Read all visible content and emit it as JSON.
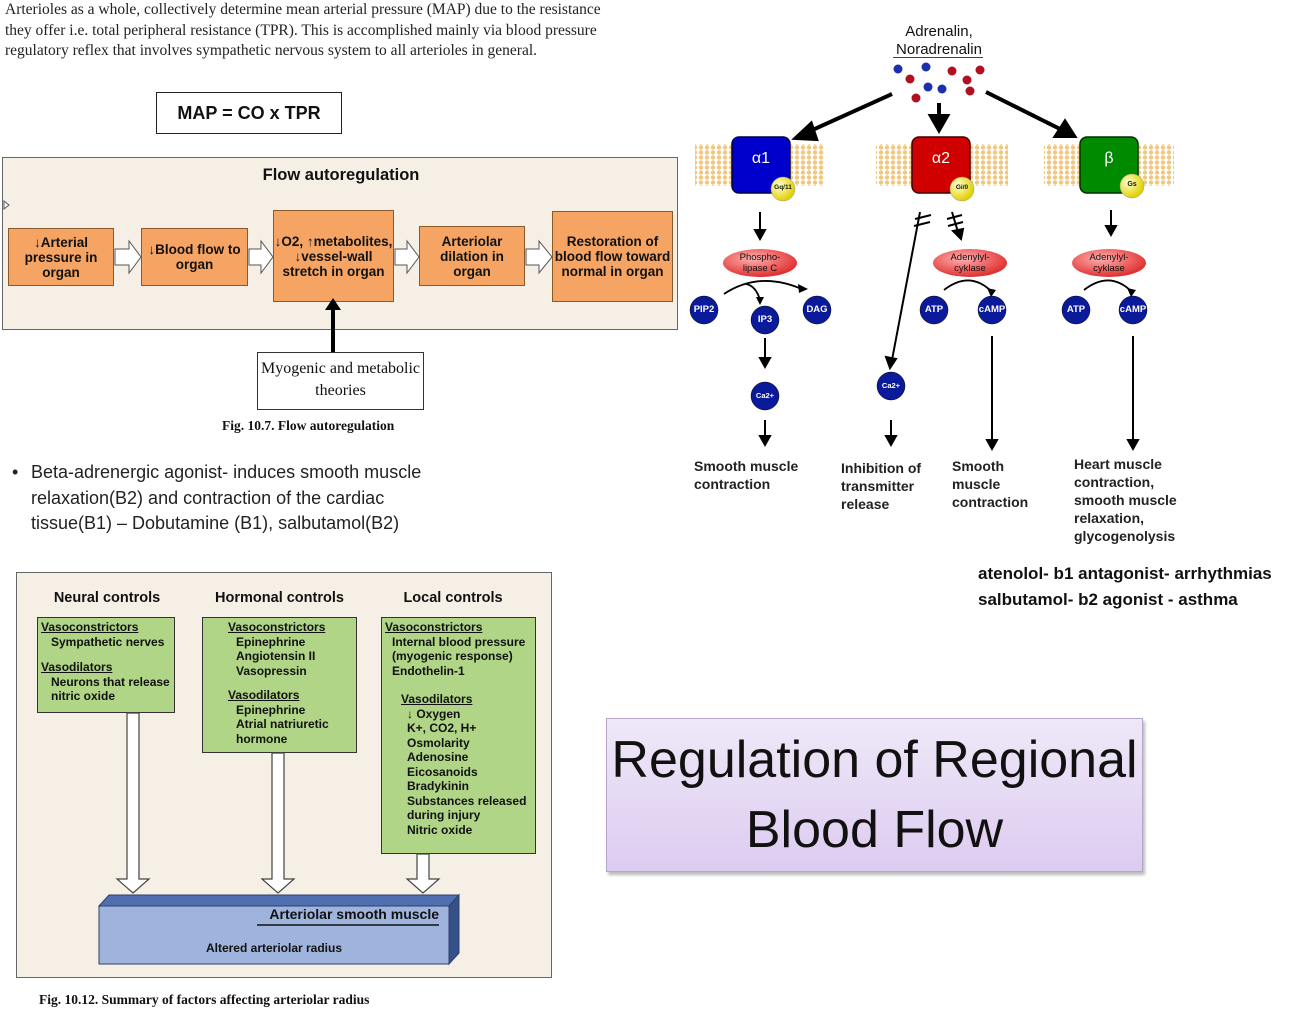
{
  "intro_text": "Arterioles as a whole, collectively determine mean arterial pressure (MAP) due to the resistance they offer i.e. total peripheral resistance (TPR).  This is accomplished mainly via blood pressure regulatory reflex that involves sympathetic nervous system to all arterioles in general.",
  "map_formula": "MAP = CO x TPR",
  "flow_autoregulation": {
    "title": "Flow autoregulation",
    "boxes": [
      "↓Arterial pressure in organ",
      "↓Blood flow to organ",
      "↓O2, ↑metabolites, ↓vessel-wall stretch in organ",
      "Arteriolar dilation in organ",
      "Restoration of blood flow toward normal in organ"
    ],
    "theories_label": "Myogenic and metabolic theories",
    "caption": "Fig. 10.7.  Flow autoregulation"
  },
  "bullet_text": "Beta-adrenergic  agonist- induces smooth muscle relaxation(B2) and contraction of the cardiac tissue(B1) – Dobutamine (B1), salbutamol(B2)",
  "arteriolar_summary": {
    "columns": [
      {
        "header": "Neural controls",
        "sections": [
          {
            "title": "Vasoconstrictors",
            "items": [
              "Sympathetic nerves"
            ]
          },
          {
            "title": "Vasodilators",
            "items": [
              "Neurons that release nitric oxide"
            ]
          }
        ]
      },
      {
        "header": "Hormonal controls",
        "sections": [
          {
            "title": "Vasoconstrictors",
            "items": [
              "Epinephrine",
              "Angiotensin II",
              "Vasopressin"
            ]
          },
          {
            "title": "Vasodilators",
            "items": [
              "Epinephrine",
              "Atrial natriuretic hormone"
            ]
          }
        ]
      },
      {
        "header": "Local controls",
        "sections": [
          {
            "title": "Vasoconstrictors",
            "items": [
              "Internal blood pressure (myogenic response)",
              "Endothelin-1"
            ]
          },
          {
            "title": "Vasodilators",
            "items": [
              "↓ Oxygen",
              "K+, CO2, H+",
              "Osmolarity",
              "Adenosine",
              "Eicosanoids",
              "Bradykinin",
              "Substances released during injury",
              "Nitric oxide"
            ]
          }
        ]
      }
    ],
    "muscle_title": "Arteriolar smooth muscle",
    "muscle_sub": "Altered arteriolar radius",
    "caption": "Fig. 10.12.  Summary of factors affecting arteriolar radius"
  },
  "receptor_diagram": {
    "ligands": "Adrenalin, Noradrenalin",
    "receptors": [
      {
        "symbol": "α1",
        "g_protein": "Gq/11",
        "color": "#0000cc"
      },
      {
        "symbol": "α2",
        "g_protein": "Gi/0",
        "color": "#cc0000"
      },
      {
        "symbol": "β",
        "g_protein": "Gs",
        "color": "#007a00"
      }
    ],
    "enzymes": [
      "Phospho-lipase C",
      "Adenylyl-cyklase",
      "Adenylyl-cyklase"
    ],
    "molecules": {
      "pip2": "PIP2",
      "ip3": "IP3",
      "dag": "DAG",
      "ca": "Ca2+",
      "atp": "ATP",
      "camp": "cAMP"
    },
    "outcomes": [
      "Smooth muscle contraction",
      "Inhibition of transmitter release",
      "Smooth muscle contraction",
      "Heart muscle contraction, smooth muscle relaxation, glycogenolysis"
    ]
  },
  "drug_notes": [
    "atenolol- b1 antagonist- arrhythmias",
    "salbutamol- b2 agonist - asthma"
  ],
  "slide_title": "Regulation of Regional Blood Flow"
}
